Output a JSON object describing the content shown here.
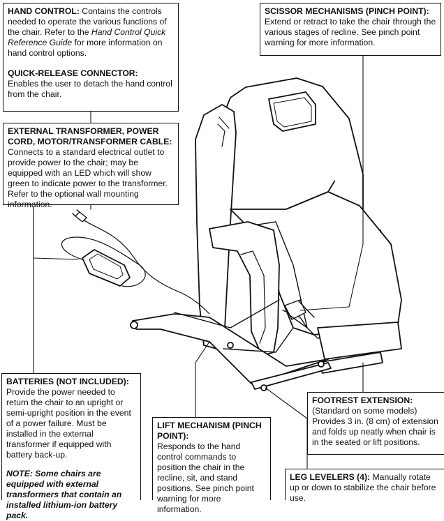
{
  "callouts": {
    "hand_control": {
      "title": "HAND CONTROL:",
      "text_before": " Contains the controls needed to operate the various functions of the chair. Refer to the ",
      "italic": "Hand Control Quick Reference Guide",
      "text_after": " for more information on hand control options."
    },
    "quick_release": {
      "title": "QUICK-RELEASE CONNECTOR:",
      "text": "Enables the user to detach the hand control from the chair."
    },
    "transformer": {
      "title": "EXTERNAL TRANSFORMER, POWER CORD, MOTOR/TRANSFORMER CABLE:",
      "text": "Connects to a standard electrical outlet to provide power to the chair; may be equipped with an LED which will show green to indicate power to the transformer. Refer to the optional wall mounting information."
    },
    "scissor": {
      "title": "SCISSOR MECHANISMS (PINCH POINT):",
      "text": "Extend or retract to take the chair through the various stages of recline. See pinch point warning for more information."
    },
    "batteries": {
      "title": "BATTERIES (NOT INCLUDED):",
      "text": "Provide the power needed to return the chair to an upright or semi-upright position in the event of a power failure. Must be installed in the external transformer if equipped with battery back-up.",
      "note": "NOTE: Some chairs are equipped with external transformers that contain an installed lithium-ion battery pack."
    },
    "lift": {
      "title": "LIFT MECHANISM (PINCH POINT):",
      "text": "Responds to the hand control commands to position the chair in the recline, sit, and stand positions. See pinch point warning for more information."
    },
    "footrest": {
      "title": "FOOTREST EXTENSION:",
      "text": "(Standard on some models) Provides 3 in. (8 cm) of extension and folds up neatly when chair is in the seated or lift positions."
    },
    "leg_levelers": {
      "title": "LEG LEVELERS (4):",
      "text": " Manually rotate up or down to stabilize the chair before use."
    }
  }
}
